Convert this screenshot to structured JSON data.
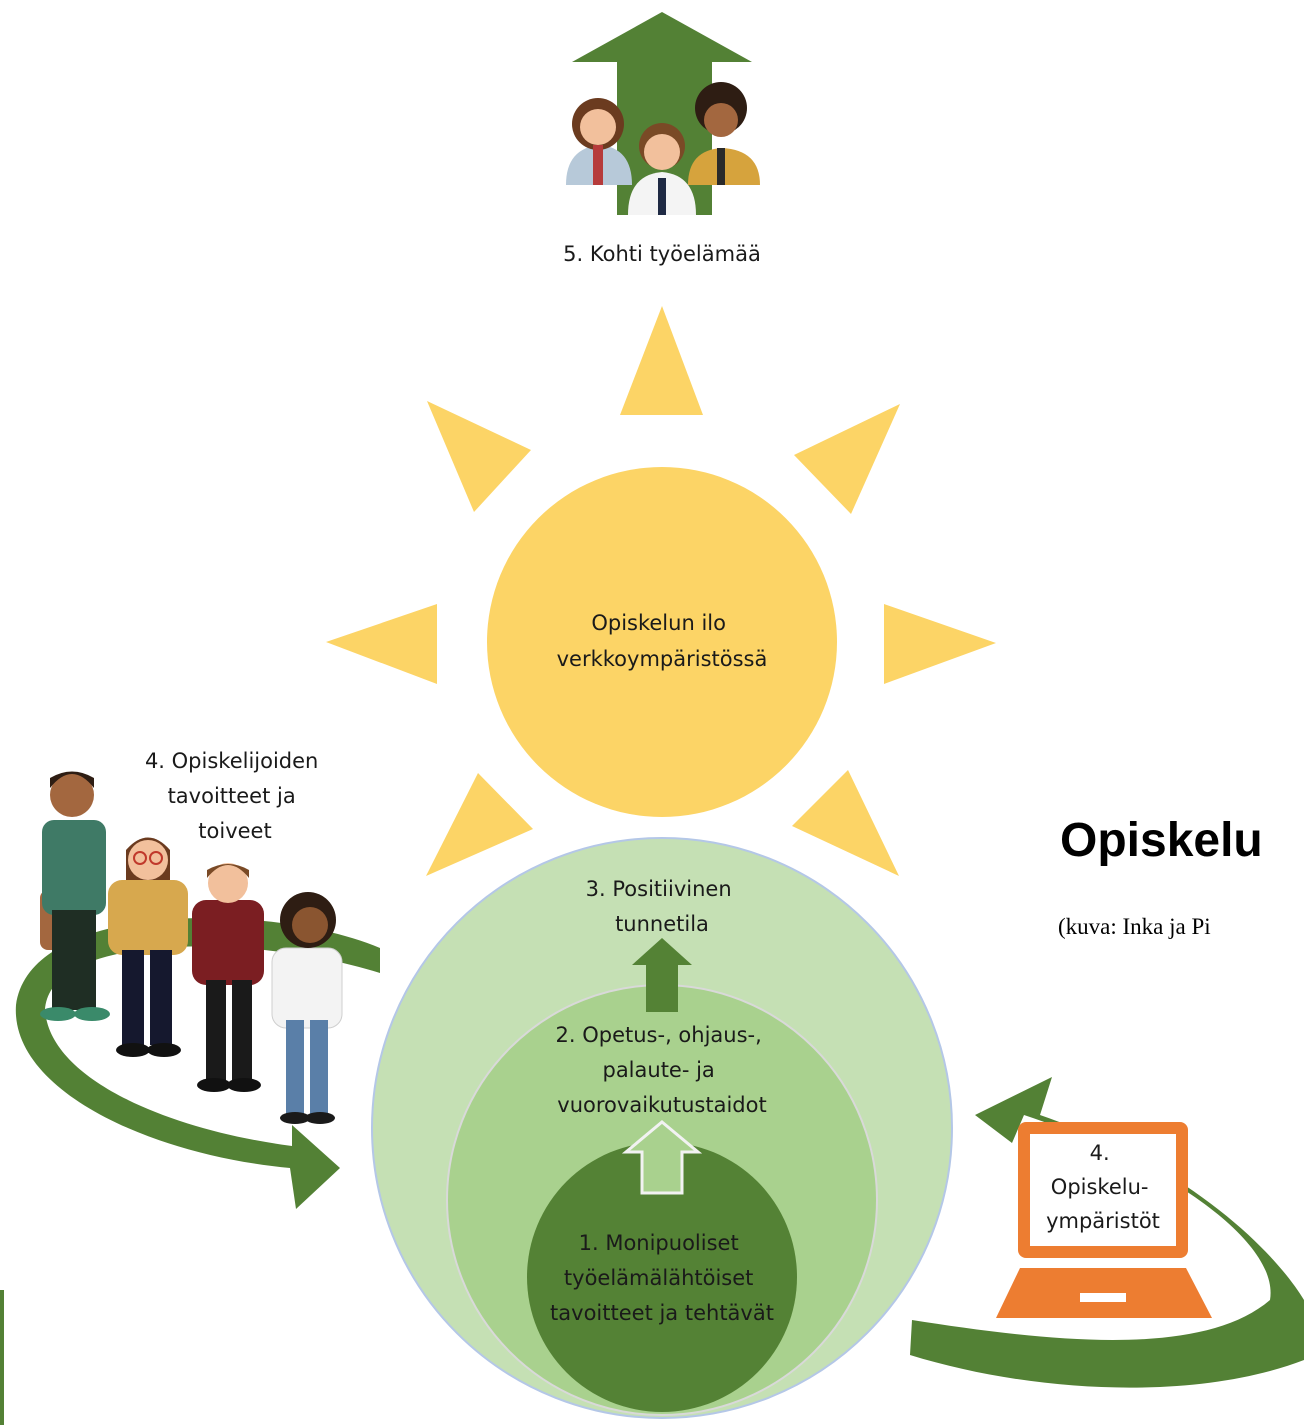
{
  "diagram": {
    "top_label": "5. Kohti työelämää",
    "sun_center": [
      "Opiskelun ilo",
      "verkkoympäristössä"
    ],
    "left_group_label": [
      "4. Opiskelijoiden",
      "tavoitteet ja",
      "toiveet"
    ],
    "layer3": [
      "3. Positiivinen",
      "tunnetila"
    ],
    "layer2": [
      "2. Opetus-, ohjaus-,",
      "palaute- ja",
      "vuorovaikutustaidot"
    ],
    "layer1": [
      "1. Monipuoliset",
      "työelämälähtöiset",
      "tavoitteet ja tehtävät"
    ],
    "laptop_label": [
      "4.",
      "Opiskelu-",
      "ympäristöt"
    ],
    "title_fragment": "Opiskelu",
    "caption_fragment": "(kuva: Inka ja Pi"
  },
  "colors": {
    "sun": "#fcd466",
    "arrow_green": "#538135",
    "outer_circle": "#c5e0b4",
    "middle_circle": "#a9d18e",
    "inner_circle": "#548235",
    "laptop": "#ed7d31"
  },
  "icons": [
    "upward-arrow-icon",
    "students-group-icon",
    "laptop-icon",
    "curved-arrow-icon"
  ]
}
